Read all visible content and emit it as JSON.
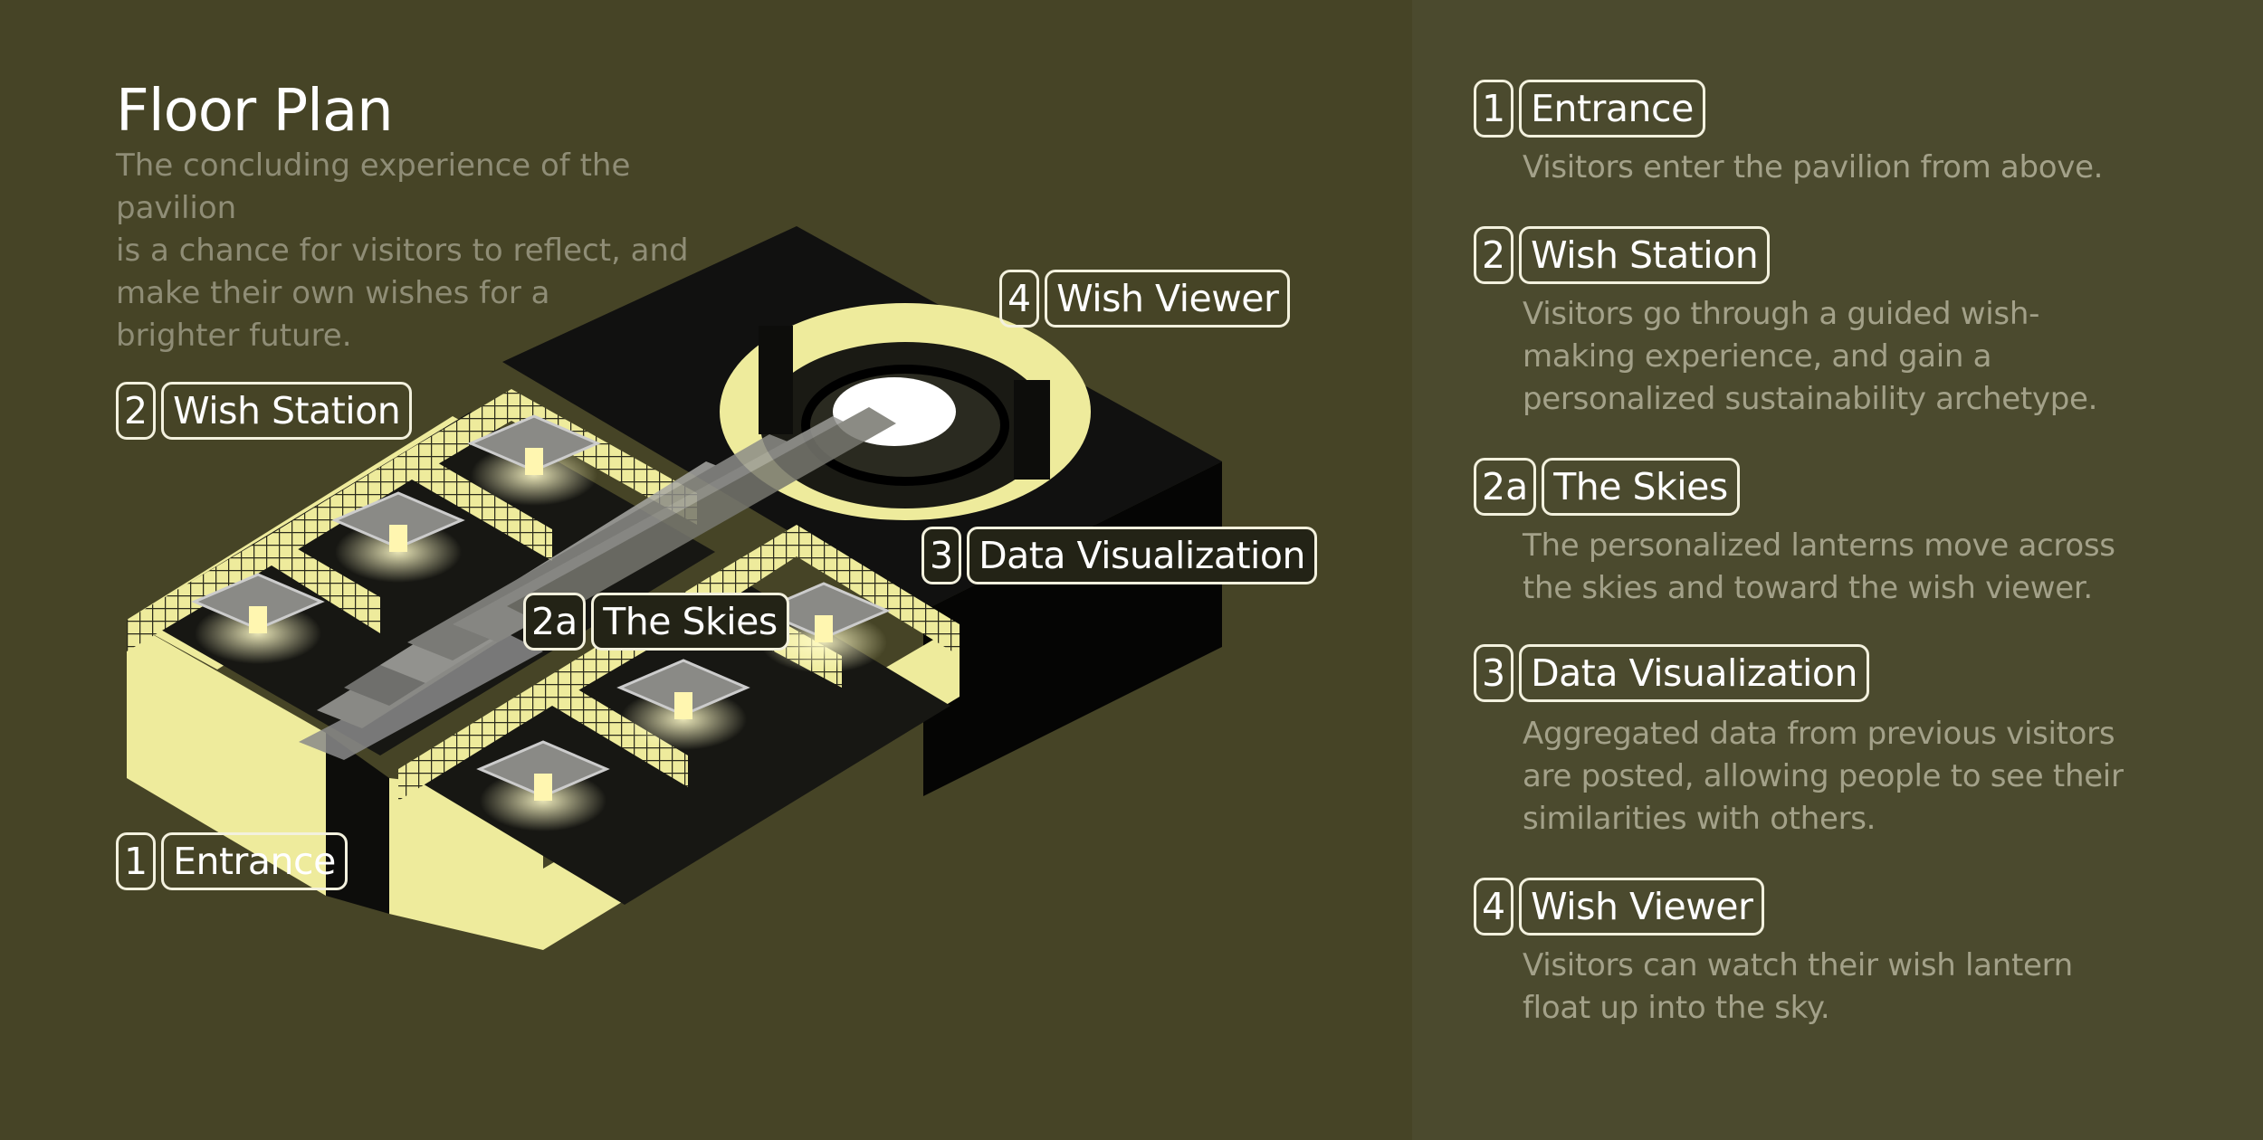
{
  "page": {
    "title": "Floor Plan",
    "intro_lines": [
      "The concluding experience of the pavilion",
      "is a chance for visitors to reflect, and",
      "make their own wishes for a",
      "brighter future."
    ]
  },
  "plan_labels": {
    "wish_viewer": {
      "num": "4",
      "name": "Wish Viewer"
    },
    "wish_station": {
      "num": "2",
      "name": "Wish Station"
    },
    "data_visualization": {
      "num": "3",
      "name": "Data Visualization"
    },
    "the_skies": {
      "num": "2a",
      "name": "The Skies"
    },
    "entrance": {
      "num": "1",
      "name": "Entrance"
    }
  },
  "legend": [
    {
      "num": "1",
      "name": "Entrance",
      "description": [
        "Visitors enter the pavilion from above."
      ]
    },
    {
      "num": "2",
      "name": "Wish Station",
      "description": [
        "Visitors go through a guided wish-",
        "making experience, and gain a",
        "personalized sustainability archetype."
      ]
    },
    {
      "num": "2a",
      "name": "The Skies",
      "description": [
        "The personalized lanterns move across",
        "the skies and toward the wish viewer."
      ]
    },
    {
      "num": "3",
      "name": "Data Visualization",
      "description": [
        "Aggregated data from previous visitors",
        "are posted, allowing people to see their",
        "similarities with others."
      ]
    },
    {
      "num": "4",
      "name": "Wish Viewer",
      "description": [
        "Visitors can watch their wish lantern",
        "float up into the sky."
      ]
    }
  ],
  "colors": {
    "background_left": "#464426",
    "background_right": "#4b4a2e",
    "wall_yellow": "#eeeb9c",
    "floor_black": "#0d0d0b",
    "label_border": "#f3f1de"
  }
}
